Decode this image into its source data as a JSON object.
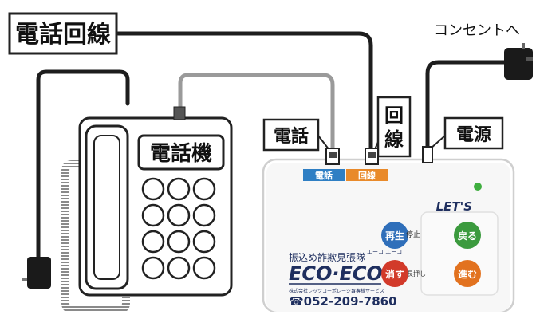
{
  "labels": {
    "line_box": "電話回線",
    "outlet": "コンセントへ",
    "telephone_box": "電話",
    "line_vertical_1": "回",
    "line_vertical_2": "線",
    "power_box": "電源",
    "phone_device": "電話機"
  },
  "device": {
    "port_phone": "電話",
    "port_line": "回線",
    "brand": "LET'S",
    "product_desc": "振込め詐欺見張隊",
    "product_reading": "エーコ エーコ",
    "product_name": "ECO·ECO",
    "company": "株式会社レッツコーポレーション",
    "company_sub": "お客様サービス",
    "phone_number": "☎052-209-7860",
    "buttons": {
      "play": "再生",
      "stop": "停止",
      "back": "戻る",
      "erase": "消す",
      "long_press": "長押し",
      "forward": "進む"
    }
  },
  "colors": {
    "cable_dark": "#1d1d1d",
    "cable_gray": "#9a9a9a",
    "port_phone_bg": "#2f7fc4",
    "port_line_bg": "#e98a2a",
    "btn_blue": "#2f6fba",
    "btn_green": "#3b9a3e",
    "btn_red": "#d23a2a",
    "btn_orange": "#e2721f",
    "led_green": "#3fae3f"
  },
  "icons": [
    "outlet-plug-icon",
    "phone-plug-icon",
    "handset-icon",
    "keypad-icon"
  ]
}
